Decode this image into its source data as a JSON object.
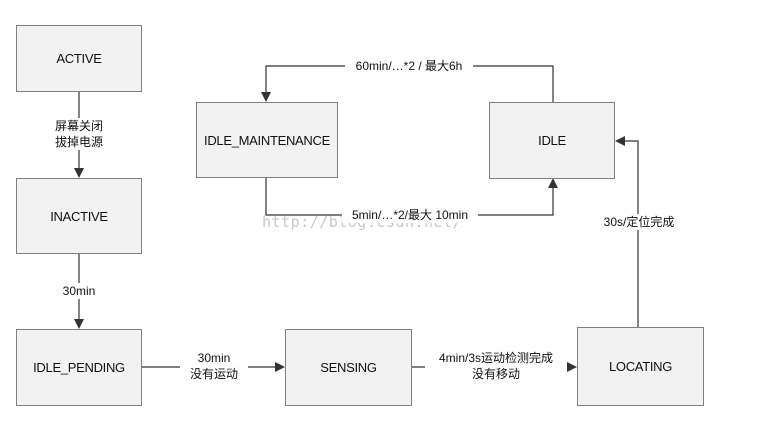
{
  "states": {
    "active": "ACTIVE",
    "inactive": "INACTIVE",
    "idle_pending": "IDLE_PENDING",
    "sensing": "SENSING",
    "locating": "LOCATING",
    "idle": "IDLE",
    "idle_maintenance": "IDLE_MAINTENANCE"
  },
  "transitions": {
    "active_to_inactive": [
      "屏幕关闭",
      "拔掉电源"
    ],
    "inactive_to_idle_pending": "30min",
    "idle_pending_to_sensing": [
      "30min",
      "没有运动"
    ],
    "sensing_to_locating": [
      "4min/3s运动检测完成",
      "没有移动"
    ],
    "locating_to_idle": "30s/定位完成",
    "idle_to_idle_maintenance": "60min/…*2 / 最大6h",
    "idle_maintenance_to_idle": "5min/…*2/最大 10min"
  },
  "watermark": "http://blog.csdn.net/",
  "colors": {
    "box_fill": "#f2f2f2",
    "box_border": "#7f7f7f",
    "line": "#333333"
  }
}
